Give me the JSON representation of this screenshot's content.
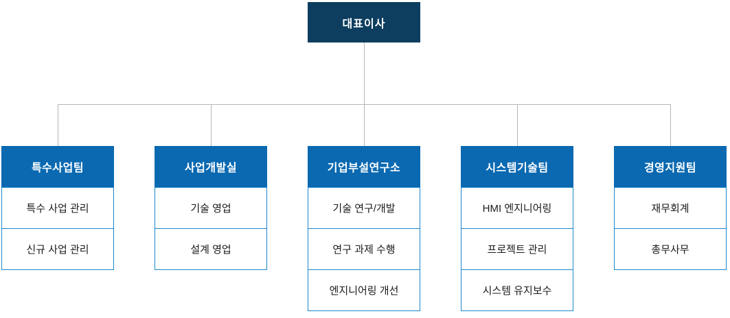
{
  "chart": {
    "title": "organization-chart",
    "root": {
      "label": "대표이사"
    },
    "departments": [
      {
        "name": "특수사업팀",
        "items": [
          "특수 사업 관리",
          "신규 사업 관리"
        ]
      },
      {
        "name": "사업개발실",
        "items": [
          "기술 영업",
          "설계 영업"
        ]
      },
      {
        "name": "기업부설연구소",
        "items": [
          "기술 연구/개발",
          "연구 과제 수행",
          "엔지니어링 개선"
        ]
      },
      {
        "name": "시스템기술팀",
        "items": [
          "HMI 엔지니어링",
          "프로젝트 관리",
          "시스템 유지보수"
        ]
      },
      {
        "name": "경영지원팀",
        "items": [
          "재무회계",
          "총무사무"
        ]
      }
    ],
    "colors": {
      "root_bg": "#0d3e5f",
      "header_bg": "#0a69b1",
      "item_border": "#1a86cc",
      "item_text": "#1a1a1a",
      "connector": "#b5b5b5",
      "text_on_blue": "#ffffff",
      "background": "#ffffff"
    }
  }
}
